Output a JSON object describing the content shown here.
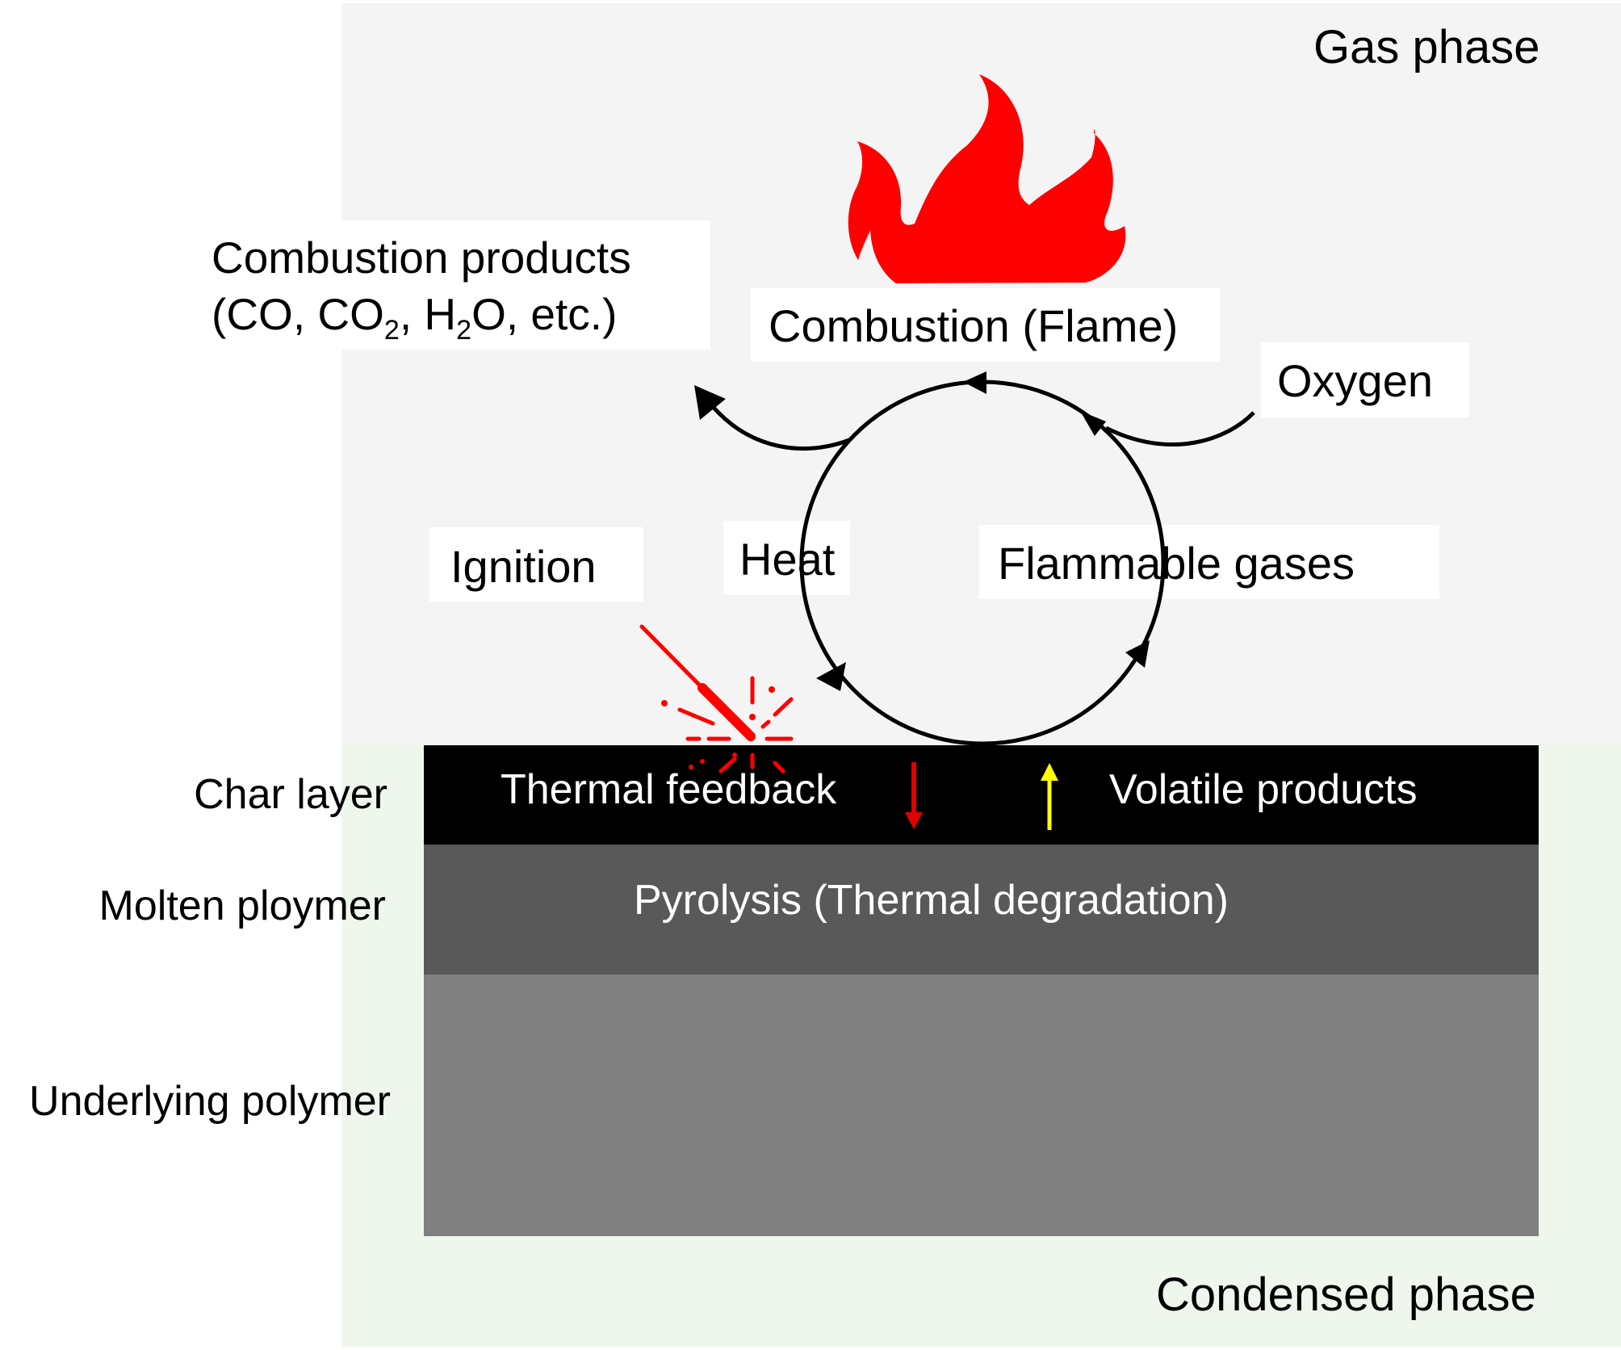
{
  "phases": {
    "gas": "Gas phase",
    "condensed": "Condensed phase"
  },
  "layers": {
    "char": "Char layer",
    "molten": "Molten ploymer",
    "underlying": "Underlying polymer"
  },
  "cycle": {
    "combustion": "Combustion (Flame)",
    "oxygen": "Oxygen",
    "heat": "Heat",
    "flammable_gases": "Flammable gases",
    "ignition": "Ignition"
  },
  "combustion_products": {
    "title": "Combustion products",
    "open": "(CO, CO",
    "sub1": "2",
    "mid": ", H",
    "sub2": "2",
    "close": "O, etc.)"
  },
  "condensed_labels": {
    "thermal_feedback": "Thermal feedback",
    "volatile_products": "Volatile products",
    "pyrolysis": "Pyrolysis (Thermal degradation)"
  },
  "colors": {
    "flame": "#ff0000",
    "thermal_arrow": "#e00000",
    "volatile_arrow": "#ffff00",
    "char_layer": "#000000",
    "molten_layer": "#595959",
    "underlying_layer": "#808080",
    "gas_bg": "#f4f4f4",
    "condensed_bg": "#eff7ec"
  }
}
